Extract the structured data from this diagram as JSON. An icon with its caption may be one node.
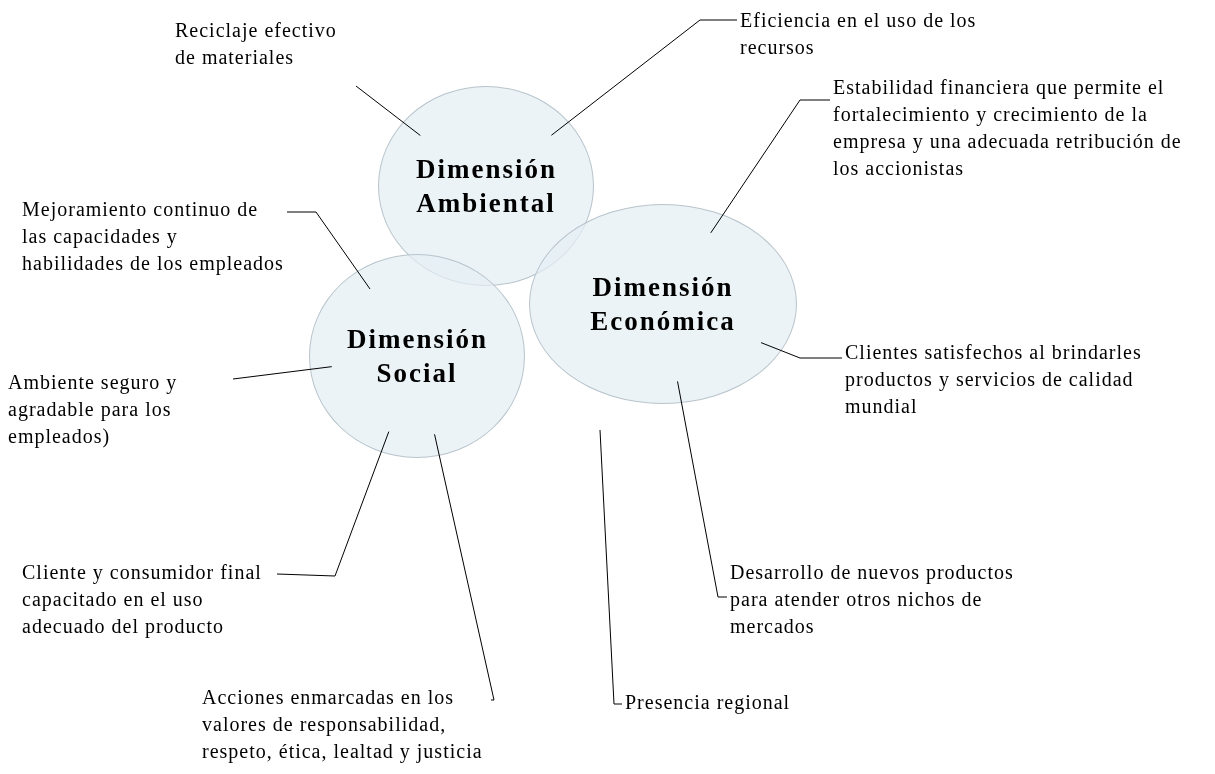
{
  "diagram": {
    "nodes": [
      {
        "text": [
          "Dimensión Ambiental"
        ]
      },
      {
        "text": [
          "Dimensión Económica"
        ]
      },
      {
        "text": [
          "Dimensión Social"
        ]
      },
      {
        "text": [
          "Reciclaje efectivo de materiales"
        ]
      },
      {
        "text": [
          "Eficiencia en el uso de los recursos"
        ]
      },
      {
        "text": [
          "Estabilidad financiera que permite el fortalecimiento y crecimiento de la empresa y una adecuada retribución de los accionistas"
        ]
      },
      {
        "text": [
          "Mejoramiento continuo de las capacidades y habilidades de los empleados"
        ]
      },
      {
        "text": [
          "Clientes satisfechos al brindarles productos y servicios de calidad mundial"
        ]
      },
      {
        "text": [
          "Ambiente seguro y agradable para los empleados)"
        ]
      },
      {
        "text": [
          "Cliente y consumidor final capacitado en el uso adecuado del producto"
        ]
      },
      {
        "text": [
          "Desarrollo de nuevos productos para atender otros nichos de mercados"
        ]
      },
      {
        "text": [
          "Acciones enmarcadas en los valores de responsabilidad, respeto, ética, lealtad y justicia"
        ]
      },
      {
        "text": [
          "Presencia regional"
        ]
      }
    ],
    "edges": [
      {
        "from": 3,
        "to": 0,
        "arrow": "none"
      },
      {
        "from": 4,
        "to": 0,
        "arrow": "none"
      },
      {
        "from": 5,
        "to": 1,
        "arrow": "none"
      },
      {
        "from": 6,
        "to": 2,
        "arrow": "none"
      },
      {
        "from": 7,
        "to": 1,
        "arrow": "none"
      },
      {
        "from": 8,
        "to": 2,
        "arrow": "none"
      },
      {
        "from": 9,
        "to": 2,
        "arrow": "none"
      },
      {
        "from": 10,
        "to": 1,
        "arrow": "none"
      },
      {
        "from": 11,
        "to": 2,
        "arrow": "none"
      },
      {
        "from": 12,
        "to": null,
        "arrow": "none"
      }
    ]
  }
}
